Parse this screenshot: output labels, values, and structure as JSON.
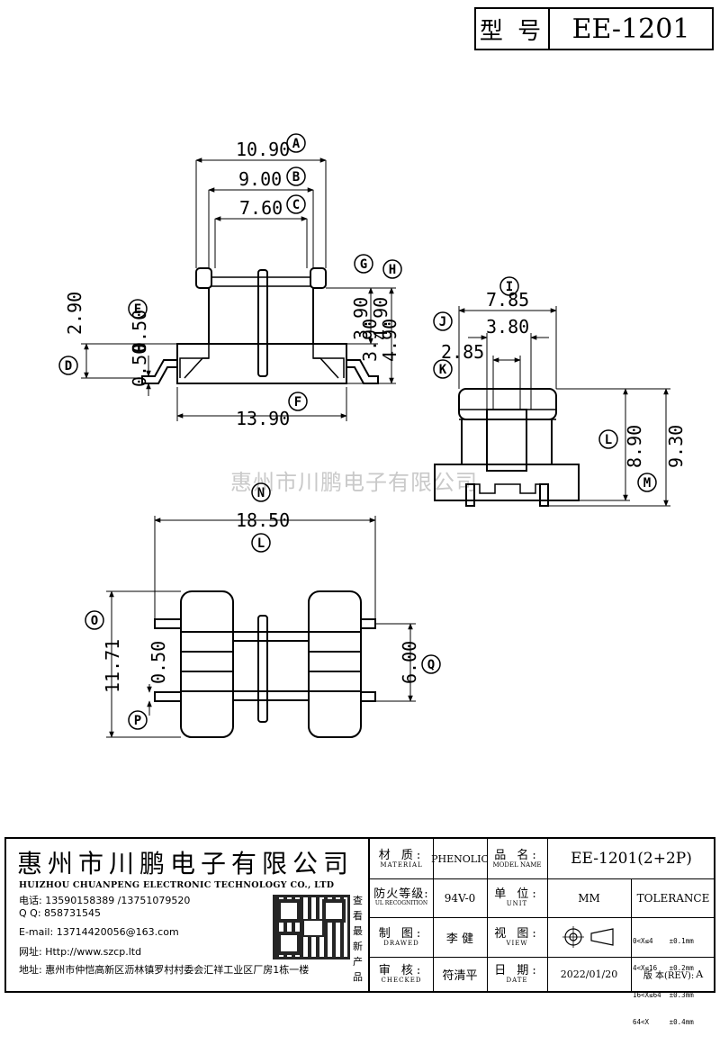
{
  "model_box": {
    "label": "型 号",
    "value": "EE-1201"
  },
  "dims": {
    "A": "10.90",
    "B": "9.00",
    "C": "7.60",
    "G": "3.90",
    "H": "4.90",
    "E_left": "2.90",
    "E": "0.50",
    "D": "0.50",
    "F": "13.90",
    "I": "7.85",
    "J": "3.80",
    "K": "2.85",
    "L_side": "8.90",
    "M": "9.30",
    "N": "18.50",
    "O": "11.71",
    "P": "0.50",
    "Q": "6.00"
  },
  "markers": [
    "A",
    "B",
    "C",
    "D",
    "E",
    "F",
    "G",
    "H",
    "I",
    "J",
    "K",
    "L",
    "M",
    "N",
    "O",
    "P",
    "Q"
  ],
  "watermark": "惠州市川鹏电子有限公司",
  "company": {
    "name_cn": "惠州市川鹏电子有限公司",
    "name_en": "HUIZHOU CHUANPENG ELECTRONIC TECHNOLOGY CO., LTD",
    "phone": "电话: 13590158389 /13751079520",
    "qq": "Q Q:  858731545",
    "email": "E-mail: 13714420056@163.com",
    "website": "网址: Http://www.szcp.ltd",
    "address": "地址: 惠州市仲恺高新区沥林镇罗村村委会汇祥工业区厂房1栋一楼",
    "qr_caption": "查看最新产品"
  },
  "table": {
    "material_cn": "材 质:",
    "material_en": "MATERIAL",
    "material_val": "PHENOLIC",
    "name_cn": "品 名:",
    "name_en": "MODEL NAME",
    "name_val": "EE-1201(2+2P)",
    "fire_cn": "防火等级:",
    "fire_en": "UL RECOGNITION",
    "fire_val": "94V-0",
    "unit_cn": "单 位:",
    "unit_en": "UNIT",
    "unit_val": "MM",
    "tolerance": "TOLERANCE",
    "draw_cn": "制 图:",
    "draw_en": "DRAWED",
    "draw_val": "李 健",
    "view_cn": "视 图:",
    "view_en": "VIEW",
    "check_cn": "审 核:",
    "check_en": "CHECKED",
    "check_val": "符清平",
    "date_cn": "日 期:",
    "date_en": "DATE",
    "date_val": "2022/01/20",
    "rev_label": "版 本(REV):",
    "rev_val": "A",
    "tol_rows": [
      "0<X≤4    ±0.1mm",
      "4<X≤16   ±0.2mm",
      "16<X≤64  ±0.3mm",
      "64<X     ±0.4mm"
    ]
  }
}
